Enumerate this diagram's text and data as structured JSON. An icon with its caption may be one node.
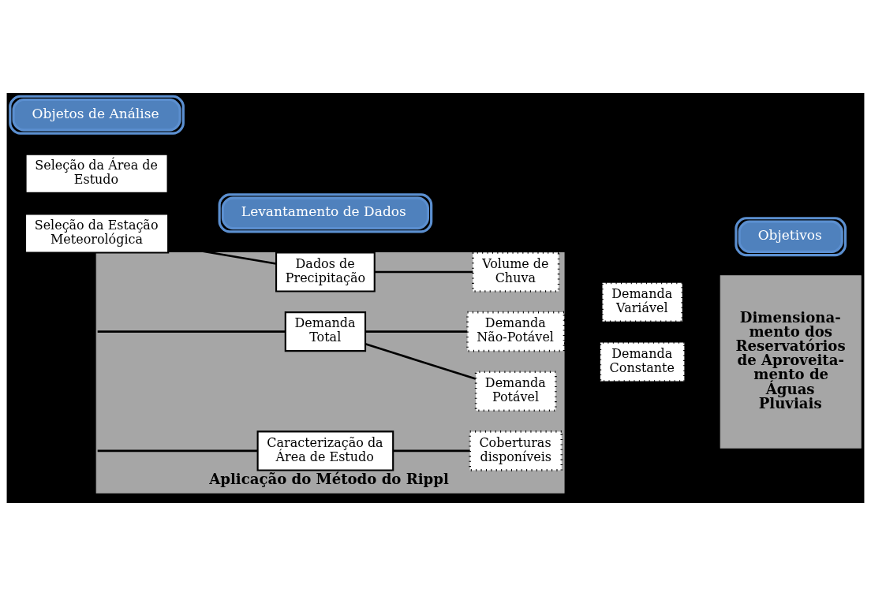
{
  "diagram": {
    "nodes": [
      {
        "text": [
          "Objetos de Análise"
        ]
      },
      {
        "text": [
          "Levantamento de Dados"
        ]
      },
      {
        "text": [
          "Objetivos"
        ]
      },
      {
        "text": [
          "Aplicação do Método do Rippl"
        ]
      },
      {
        "text": [
          "Demanda Total"
        ],
        "in": 3
      },
      {
        "text": [
          "Demanda Não-Potável"
        ],
        "in": 3
      },
      {
        "text": [
          "Demanda Potável"
        ],
        "in": 3
      },
      {
        "text": [
          "Demanda Variável"
        ]
      },
      {
        "text": [
          "Demanda Constante"
        ]
      },
      {
        "text": [
          "Seleção da Área de Estudo"
        ]
      },
      {
        "text": [
          "Caracterização da Área de Estudo"
        ],
        "in": 3
      },
      {
        "text": [
          "Coberturas disponíveis"
        ],
        "in": 3
      },
      {
        "text": [
          "Dimensiona- mento dos Reservatórios de Aproveita- mento de Águas Pluviais"
        ]
      },
      {
        "text": [
          "Seleção da Estação Meteorológica"
        ]
      },
      {
        "text": [
          "Dados de Precipitação"
        ],
        "in": 3
      },
      {
        "text": [
          "Volume de Chuva"
        ],
        "in": 3
      }
    ],
    "edges": [
      {
        "from": 3,
        "to": 4,
        "arrow": "none"
      },
      {
        "from": 4,
        "to": 5,
        "arrow": "none"
      },
      {
        "from": 4,
        "to": 6,
        "arrow": "none"
      },
      {
        "from": 5,
        "to": 7,
        "arrow": "none"
      },
      {
        "from": 5,
        "to": 8,
        "arrow": "none"
      },
      {
        "from": 3,
        "to": 10,
        "arrow": "none"
      },
      {
        "from": 10,
        "to": 11,
        "arrow": "none"
      },
      {
        "from": 13,
        "to": 14,
        "arrow": "none"
      },
      {
        "from": 14,
        "to": 15,
        "arrow": "none"
      }
    ]
  }
}
